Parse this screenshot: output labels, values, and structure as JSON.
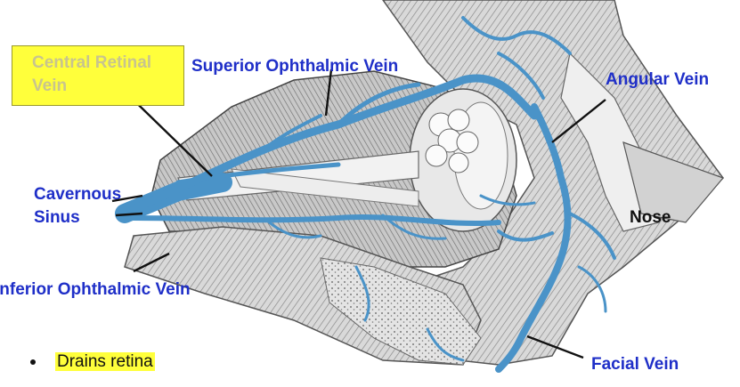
{
  "labels": {
    "central_retinal_vein": "Central Retinal Vein",
    "superior_ophthalmic_vein": "Superior Ophthalmic Vein",
    "angular_vein": "Angular Vein",
    "cavernous_sinus": "Cavernous Sinus",
    "nose": "Nose",
    "inferior_ophthalmic_vein": "Inferior Ophthalmic Vein",
    "facial_vein": "Facial Vein"
  },
  "bullets": [
    {
      "text": "Drains retina",
      "highlighted": true
    }
  ],
  "colors": {
    "label_blue": "#1f2fc8",
    "vein_blue": "#4a93c8",
    "highlight": "#ffff3b"
  }
}
